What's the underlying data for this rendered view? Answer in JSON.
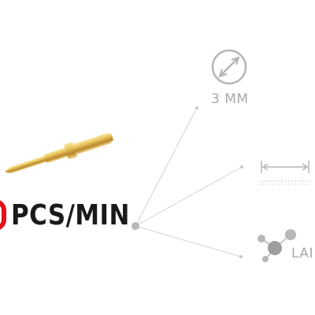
{
  "rate": {
    "text": "PCS/MIN",
    "accent_color": "#e1141b"
  },
  "specs": {
    "diameter_label": "3 MM",
    "feature_label": "LAI"
  },
  "icons": [
    "pin-product-image",
    "diameter-icon",
    "length-ruler-icon",
    "molecule-icon"
  ],
  "colors": {
    "line": "#cfcfcf",
    "icon": "#b5b5b5",
    "hub": "#b8b8b8"
  }
}
